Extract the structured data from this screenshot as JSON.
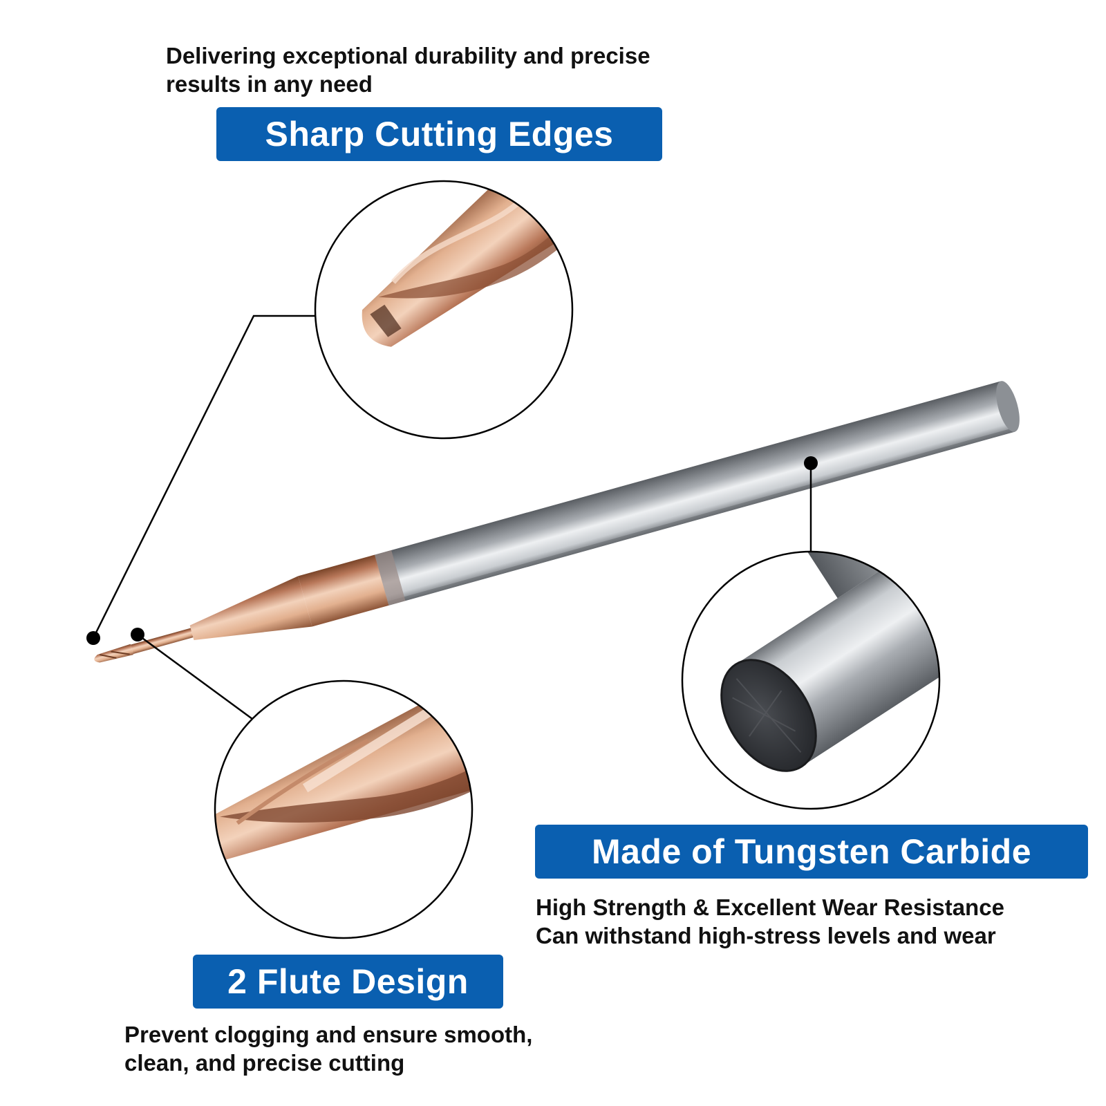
{
  "colors": {
    "badge_blue": "#0a5fb0",
    "text": "#111111",
    "coating_copper": "#c98a66",
    "carbide_steel": "#9a9ea3"
  },
  "icons": {
    "callout_zoom_tip": "end-mill-tip-zoom-icon",
    "callout_zoom_flute": "end-mill-flute-zoom-icon",
    "callout_zoom_shank": "carbide-shank-end-zoom-icon",
    "product": "ball-nose-end-mill-icon"
  },
  "features": {
    "sharp_edges": {
      "label": "Sharp Cutting Edges",
      "description": [
        "Delivering exceptional durability and precise",
        "results in any need"
      ]
    },
    "two_flute": {
      "label": "2 Flute Design",
      "description": [
        "Prevent clogging and ensure smooth,",
        "clean, and precise cutting"
      ]
    },
    "tungsten": {
      "label": "Made of Tungsten Carbide",
      "description": [
        "High Strength & Excellent Wear Resistance",
        "Can withstand high-stress levels and wear"
      ]
    }
  }
}
